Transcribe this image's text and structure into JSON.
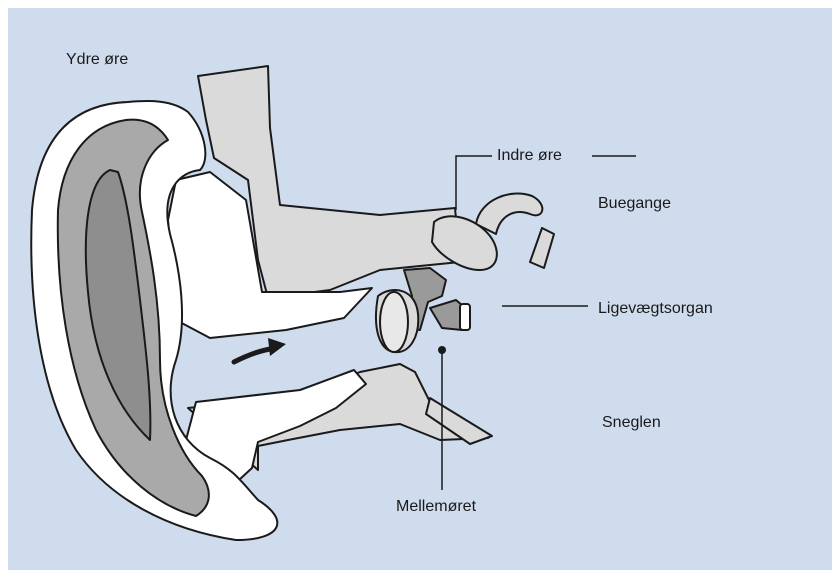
{
  "labels": {
    "outer_ear": "Ydre øre",
    "inner_ear": "Indre øre",
    "semicircular_canals": "Buegange",
    "vestibular_organ": "Ligevægtsorgan",
    "cochlea": "Sneglen",
    "middle_ear": "Mellemøret"
  },
  "colors": {
    "background": "#cfdcee",
    "bone": "#dadada",
    "skin": "#ffffff",
    "auricle_shadow": "#a9a9a9",
    "auricle_deep": "#8e8e8e",
    "ossicle": "#9a9a9a",
    "outline": "#1a1a1a"
  }
}
